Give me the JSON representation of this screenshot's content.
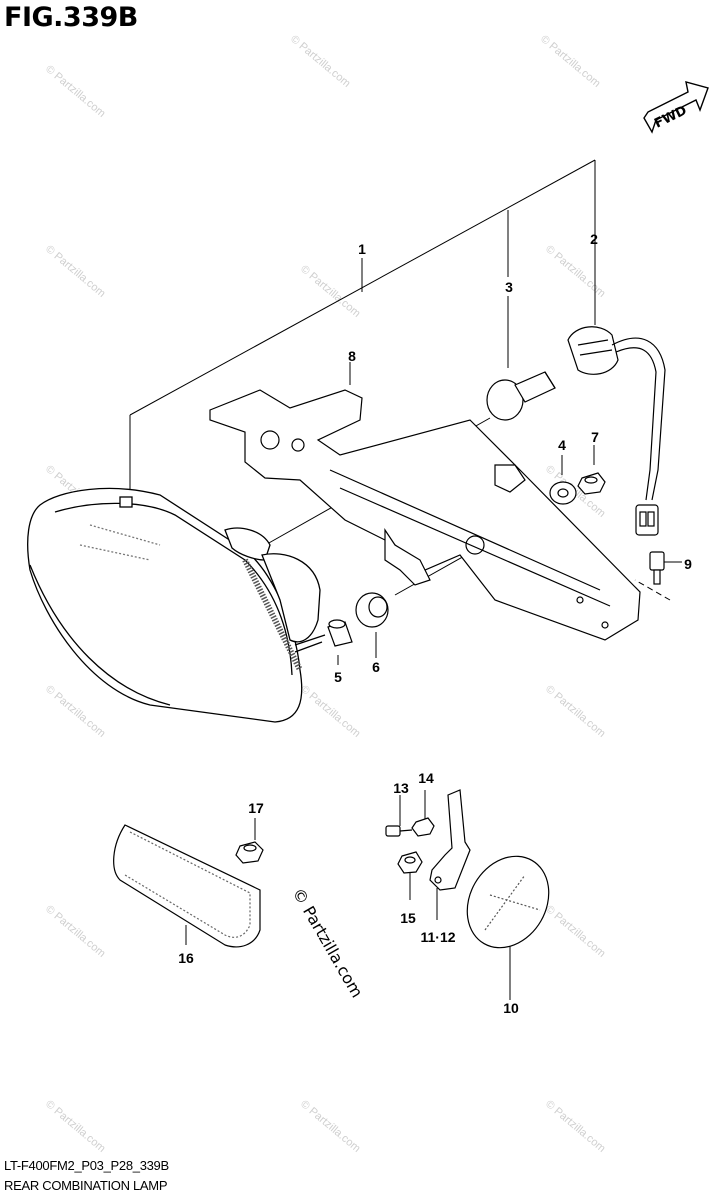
{
  "figure": {
    "title": "FIG.339B",
    "model_code": "LT-F400FM2_P03_P28_339B",
    "caption": "REAR COMBINATION LAMP",
    "direction_label": "FWD",
    "brand_watermark": "© Partzilla.com",
    "faint_watermark": "© Partzilla.com"
  },
  "callouts": [
    {
      "id": "c1",
      "text": "1"
    },
    {
      "id": "c2",
      "text": "2"
    },
    {
      "id": "c3",
      "text": "3"
    },
    {
      "id": "c4",
      "text": "4"
    },
    {
      "id": "c5",
      "text": "5"
    },
    {
      "id": "c6",
      "text": "6"
    },
    {
      "id": "c7",
      "text": "7"
    },
    {
      "id": "c8",
      "text": "8"
    },
    {
      "id": "c9",
      "text": "9"
    },
    {
      "id": "c10",
      "text": "10"
    },
    {
      "id": "c11_12",
      "text": "11·12"
    },
    {
      "id": "c13",
      "text": "13"
    },
    {
      "id": "c14",
      "text": "14"
    },
    {
      "id": "c15",
      "text": "15"
    },
    {
      "id": "c16",
      "text": "16"
    },
    {
      "id": "c17",
      "text": "17"
    }
  ],
  "colors": {
    "ink": "#000000",
    "watermark": "#cfcfcf",
    "paper": "#ffffff"
  }
}
